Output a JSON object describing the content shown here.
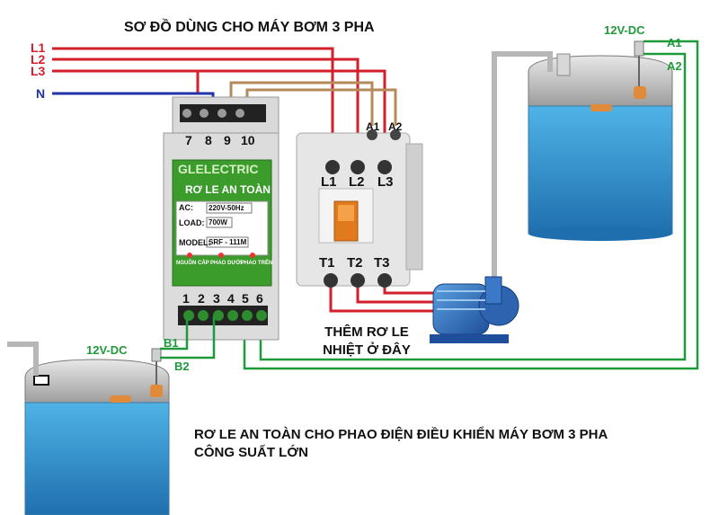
{
  "title": "SƠ ĐỒ DÙNG CHO MÁY BƠM 3 PHA",
  "lines": {
    "l1": "L1",
    "l2": "L2",
    "l3": "L3",
    "n": "N"
  },
  "relay": {
    "brand": "GLELECTRIC",
    "name": "RƠ LE AN TOÀN",
    "ac_label": "AC:",
    "ac_value": "220V-50Hz",
    "load_label": "LOAD:",
    "load_value": "700W",
    "model_label": "MODEL:",
    "model_value": "SRF - 111M",
    "led_labels": [
      "NGUỒN CẤP",
      "PHAO DƯỚI",
      "PHAO TRÊN"
    ],
    "top_terminals": [
      "7",
      "8",
      "9",
      "10"
    ],
    "bottom_terminals": [
      "1",
      "2",
      "3",
      "4",
      "5",
      "6"
    ]
  },
  "contactor": {
    "a1": "A1",
    "a2": "A2",
    "inputs": [
      "L1",
      "L2",
      "L3"
    ],
    "outputs": [
      "T1",
      "T2",
      "T3"
    ]
  },
  "upper_tank": {
    "voltage": "12V-DC",
    "a1": "A1",
    "a2": "A2"
  },
  "lower_tank": {
    "voltage": "12V-DC",
    "b1": "B1",
    "b2": "B2"
  },
  "note": [
    "THÊM RƠ LE",
    "NHIỆT Ở ĐÂY"
  ],
  "caption": [
    "RƠ LE AN TOÀN CHO PHAO ĐIỆN ĐIỀU KHIỂN MÁY BƠM 3 PHA",
    "CÔNG SUẤT LỚN"
  ],
  "colors": {
    "red": "#d21f2b",
    "blue": "#2233aa",
    "brown": "#b58a5a",
    "green": "#1f9a3a",
    "water": "#2a8fcf",
    "relay_green": "#3b9b2b"
  }
}
